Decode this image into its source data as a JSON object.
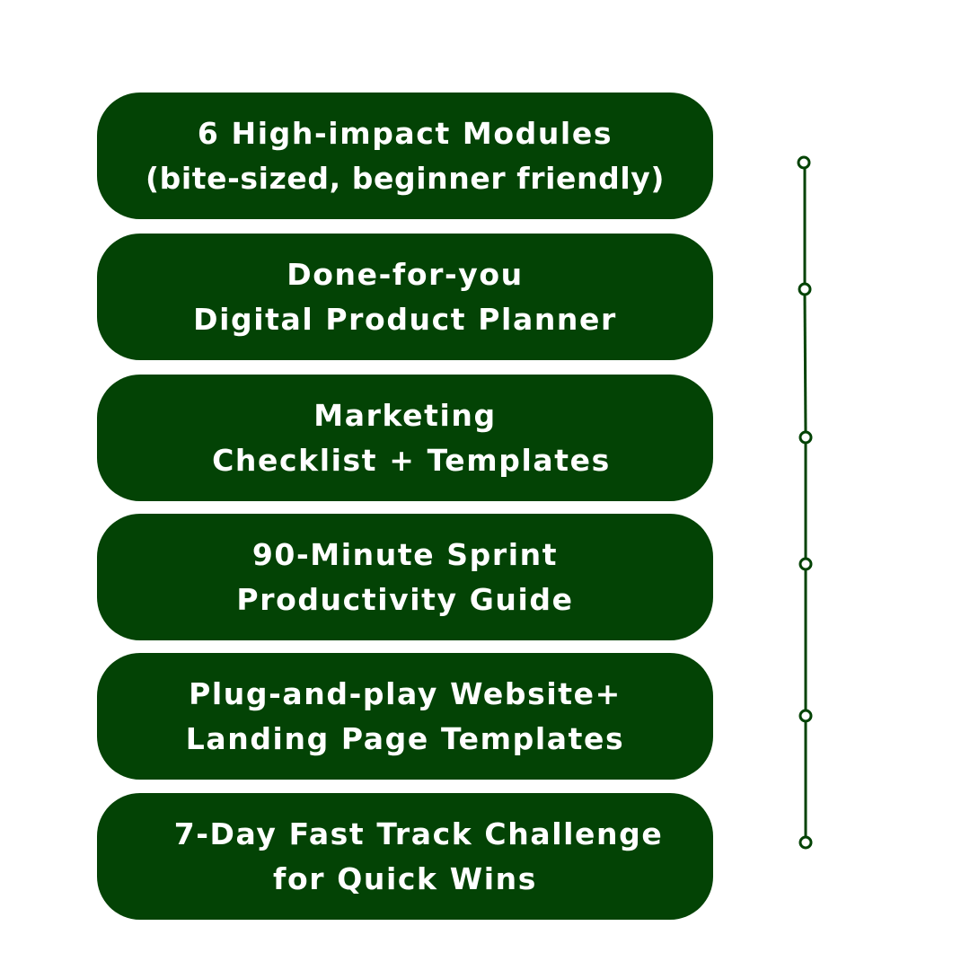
{
  "colors": {
    "pill_background": "#034305",
    "text": "#ffffff",
    "timeline": "#034305",
    "background": "#ffffff"
  },
  "items": [
    {
      "line1": "6 High-impact Modules",
      "line2": "(bite-sized, beginner friendly)"
    },
    {
      "line1": "Done-for-you",
      "line2": "Digital Product Planner"
    },
    {
      "line1": "Marketing",
      "line2": "Checklist + Templates"
    },
    {
      "line1": "90-Minute Sprint",
      "line2": "Productivity Guide"
    },
    {
      "line1": "Plug-and-play Website+",
      "line2": "Landing Page Templates"
    },
    {
      "line1": "7-Day Fast Track Challenge",
      "line2": "for Quick Wins"
    }
  ]
}
